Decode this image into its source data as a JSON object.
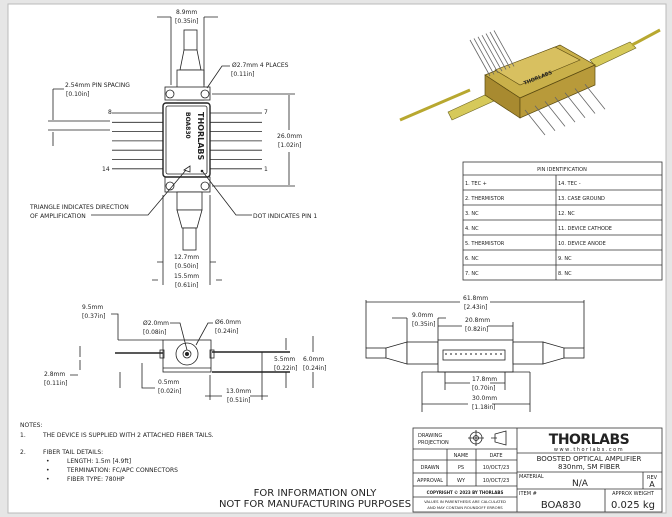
{
  "top_view": {
    "width_dim": "8.9mm",
    "width_dim_in": "[0.35in]",
    "hole_dim": "Ø2.7mm 4 PLACES",
    "hole_dim_in": "[0.11in]",
    "pin_spacing": "2.54mm PIN SPACING",
    "pin_spacing_in": "[0.10in]",
    "pin_8": "8",
    "pin_14": "14",
    "pin_7": "7",
    "pin_1": "1",
    "height_dim": "26.0mm",
    "height_dim_in": "[1.02in]",
    "triangle_note_1": "TRIANGLE INDICATES DIRECTION",
    "triangle_note_2": "OF AMPLIFICATION",
    "dot_note": "DOT INDICATES PIN 1",
    "dim_127": "12.7mm",
    "dim_127_in": "[0.50in]",
    "dim_155": "15.5mm",
    "dim_155_in": "[0.61in]",
    "package_brand": "THORLABS",
    "package_model": "BOA830"
  },
  "pin_table": {
    "title": "PIN IDENTIFICATION",
    "rows": [
      [
        "1. TEC +",
        "14. TEC -"
      ],
      [
        "2. THERMISTOR",
        "13. CASE GROUND"
      ],
      [
        "3. NC",
        "12. NC"
      ],
      [
        "4. NC",
        "11. DEVICE CATHODE"
      ],
      [
        "5. THERMISTOR",
        "10. DEVICE ANODE"
      ],
      [
        "6. NC",
        "9. NC"
      ],
      [
        "7. NC",
        "8. NC"
      ]
    ]
  },
  "side_view": {
    "d95": "9.5mm",
    "d95_in": "[0.37in]",
    "d20": "Ø2.0mm",
    "d20_in": "[0.08in]",
    "d60": "Ø6.0mm",
    "d60_in": "[0.24in]",
    "d28": "2.8mm",
    "d28_in": "[0.11in]",
    "d05": "0.5mm",
    "d05_in": "[0.02in]",
    "d130": "13.0mm",
    "d130_in": "[0.51in]",
    "d55": "5.5mm",
    "d55_in": "[0.22in]",
    "d6": "6.0mm",
    "d6_in": "[0.24in]"
  },
  "front_view": {
    "d618": "61.8mm",
    "d618_in": "[2.43in]",
    "d90": "9.0mm",
    "d90_in": "[0.35in]",
    "d208": "20.8mm",
    "d208_in": "[0.82in]",
    "d178": "17.8mm",
    "d178_in": "[0.70in]",
    "d300": "30.0mm",
    "d300_in": "[1.18in]"
  },
  "notes": {
    "title": "NOTES:",
    "n1_num": "1.",
    "n1": "THE DEVICE IS SUPPLIED WITH 2 ATTACHED FIBER TAILS.",
    "n2_num": "2.",
    "n2": "FIBER TAIL DETAILS:",
    "bullets": [
      "LENGTH: 1.5m [4.9ft]",
      "TERMINATION: FC/APC CONNECTORS",
      "FIBER TYPE: 780HP"
    ]
  },
  "disclaimer": {
    "line1": "FOR INFORMATION ONLY",
    "line2": "NOT FOR MANUFACTURING PURPOSES"
  },
  "title_block": {
    "projection_label_1": "DRAWING",
    "projection_label_2": "PROJECTION",
    "name_header": "NAME",
    "date_header": "DATE",
    "drawn_label": "DRAWN",
    "drawn_name": "PS",
    "drawn_date": "10/OCT/23",
    "approval_label": "APPROVAL",
    "approval_name": "WY",
    "approval_date": "10/OCT/23",
    "copyright": "COPYRIGHT © 2023 BY THORLABS",
    "values_note_1": "VALUES IN PARENTHESIS ARE CALCULATED",
    "values_note_2": "AND MAY CONTAIN ROUNDOFF ERRORS",
    "logo": "THORLABS",
    "website": "www.thorlabs.com",
    "desc_1": "BOOSTED OPTICAL AMPLIFIER",
    "desc_2": "830nm, SM FIBER",
    "material_label": "MATERIAL",
    "material": "N/A",
    "rev_label": "REV",
    "rev": "A",
    "item_label": "ITEM #",
    "item": "BOA830",
    "weight_label": "APPROX WEIGHT",
    "weight": "0.025 kg"
  }
}
